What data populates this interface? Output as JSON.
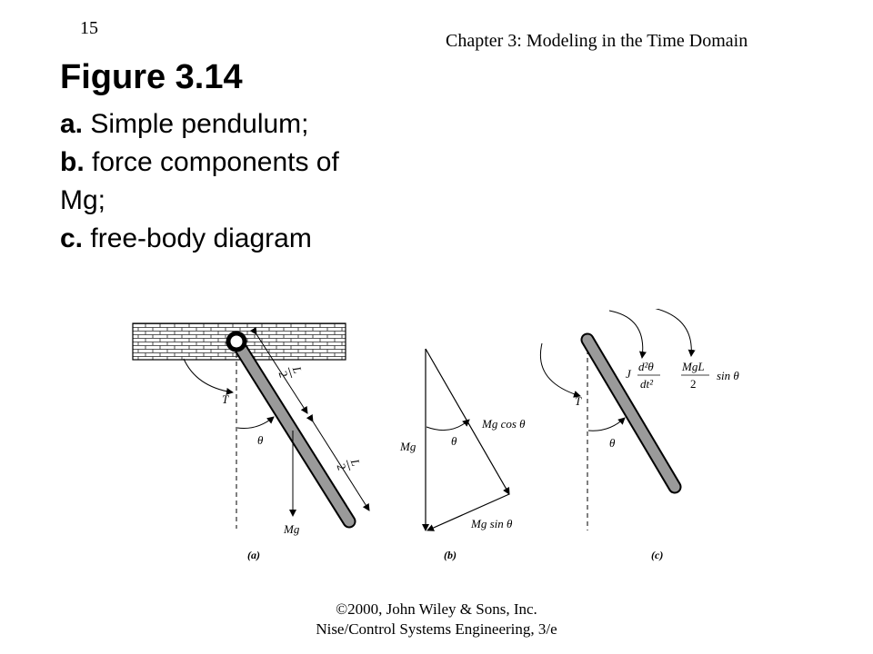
{
  "slide": {
    "number": "15",
    "chapter": "Chapter 3: Modeling in the Time Domain",
    "figure_title": "Figure 3.14",
    "caption": [
      {
        "letter": "a.",
        "text": " Simple pendulum;"
      },
      {
        "letter": "b.",
        "text": " force components of Mg;"
      },
      {
        "letter": "c.",
        "text": " free-body diagram"
      }
    ]
  },
  "figure": {
    "panel_a": {
      "label": "(a)",
      "torque": "T",
      "angle": "θ",
      "weight": "Mg",
      "half_length_num": "L",
      "half_length_den": "2"
    },
    "panel_b": {
      "label": "(b)",
      "weight": "Mg",
      "angle": "θ",
      "cos_component": "Mg cos θ",
      "sin_component": "Mg sin θ"
    },
    "panel_c": {
      "label": "(c)",
      "torque": "T",
      "angle": "θ",
      "inertia_coef": "J",
      "d2": "d²θ",
      "dt2": "dt²",
      "mgl": "MgL",
      "two": "2",
      "sin": "sin θ"
    }
  },
  "footer": {
    "line1": "©2000, John Wiley & Sons, Inc.",
    "line2": "Nise/Control Systems Engineering, 3/e"
  }
}
